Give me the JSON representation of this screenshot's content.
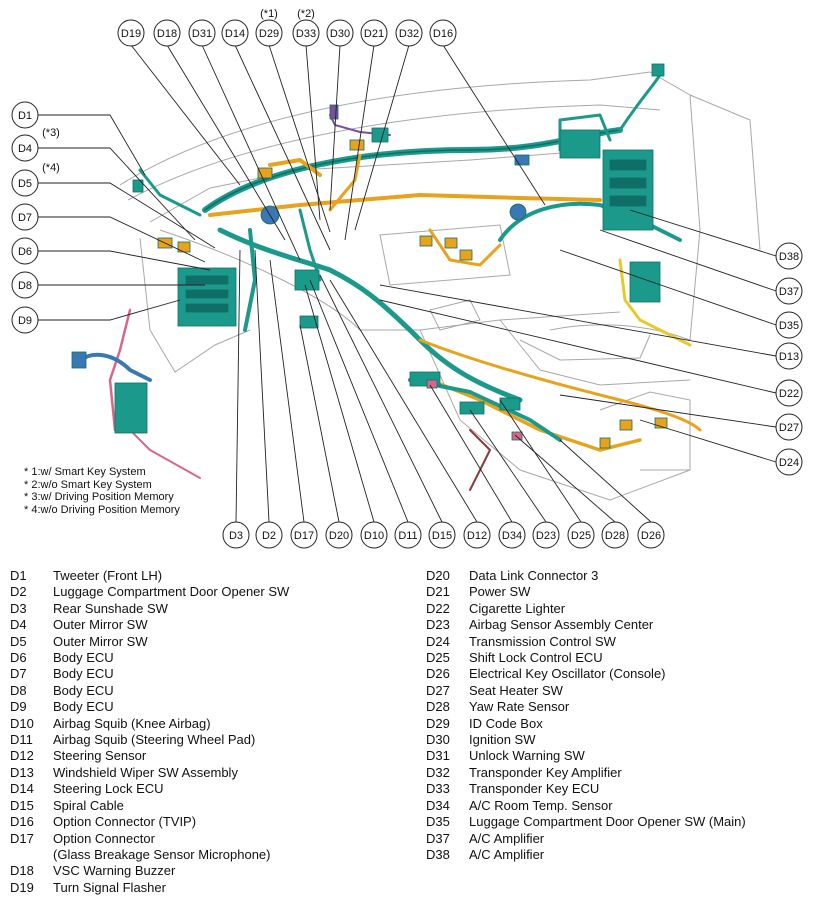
{
  "connectors_top": [
    {
      "code": "D19",
      "note": ""
    },
    {
      "code": "D18",
      "note": ""
    },
    {
      "code": "D31",
      "note": ""
    },
    {
      "code": "D14",
      "note": ""
    },
    {
      "code": "D29",
      "note": "(*1)"
    },
    {
      "code": "D33",
      "note": "(*2)"
    },
    {
      "code": "D30",
      "note": ""
    },
    {
      "code": "D21",
      "note": ""
    },
    {
      "code": "D32",
      "note": ""
    },
    {
      "code": "D16",
      "note": ""
    }
  ],
  "connectors_left": [
    {
      "code": "D1",
      "note": ""
    },
    {
      "code": "D4",
      "note": "(*3)"
    },
    {
      "code": "D5",
      "note": "(*4)"
    },
    {
      "code": "D7",
      "note": ""
    },
    {
      "code": "D6",
      "note": ""
    },
    {
      "code": "D8",
      "note": ""
    },
    {
      "code": "D9",
      "note": ""
    }
  ],
  "connectors_right": [
    "D38",
    "D37",
    "D35",
    "D13",
    "D22",
    "D27",
    "D24"
  ],
  "connectors_bottom": [
    "D3",
    "D2",
    "D17",
    "D20",
    "D10",
    "D11",
    "D15",
    "D12",
    "D34",
    "D23",
    "D25",
    "D28",
    "D26"
  ],
  "notes": [
    "* 1:w/ Smart Key System",
    "* 2:w/o Smart Key System",
    "* 3:w/ Driving Position Memory",
    "* 4:w/o Driving Position Memory"
  ],
  "legend_left": [
    {
      "code": "D1",
      "name": "Tweeter (Front LH)",
      "sub": ""
    },
    {
      "code": "D2",
      "name": "Luggage Compartment Door Opener SW",
      "sub": ""
    },
    {
      "code": "D3",
      "name": "Rear Sunshade SW",
      "sub": ""
    },
    {
      "code": "D4",
      "name": "Outer Mirror SW",
      "sub": ""
    },
    {
      "code": "D5",
      "name": "Outer Mirror SW",
      "sub": ""
    },
    {
      "code": "D6",
      "name": "Body ECU",
      "sub": ""
    },
    {
      "code": "D7",
      "name": "Body ECU",
      "sub": ""
    },
    {
      "code": "D8",
      "name": "Body ECU",
      "sub": ""
    },
    {
      "code": "D9",
      "name": "Body ECU",
      "sub": ""
    },
    {
      "code": "D10",
      "name": "Airbag Squib (Knee Airbag)",
      "sub": ""
    },
    {
      "code": "D11",
      "name": "Airbag Squib (Steering Wheel Pad)",
      "sub": ""
    },
    {
      "code": "D12",
      "name": "Steering Sensor",
      "sub": ""
    },
    {
      "code": "D13",
      "name": "Windshield Wiper SW Assembly",
      "sub": ""
    },
    {
      "code": "D14",
      "name": "Steering Lock ECU",
      "sub": ""
    },
    {
      "code": "D15",
      "name": "Spiral Cable",
      "sub": ""
    },
    {
      "code": "D16",
      "name": "Option Connector (TVIP)",
      "sub": ""
    },
    {
      "code": "D17",
      "name": "Option Connector",
      "sub": "(Glass Breakage Sensor Microphone)"
    },
    {
      "code": "D18",
      "name": "VSC Warning Buzzer",
      "sub": ""
    },
    {
      "code": "D19",
      "name": "Turn Signal Flasher",
      "sub": ""
    }
  ],
  "legend_right": [
    {
      "code": "D20",
      "name": "Data Link Connector 3"
    },
    {
      "code": "D21",
      "name": "Power SW"
    },
    {
      "code": "D22",
      "name": "Cigarette Lighter"
    },
    {
      "code": "D23",
      "name": "Airbag Sensor Assembly Center"
    },
    {
      "code": "D24",
      "name": "Transmission Control SW"
    },
    {
      "code": "D25",
      "name": "Shift Lock Control ECU"
    },
    {
      "code": "D26",
      "name": "Electrical Key Oscillator (Console)"
    },
    {
      "code": "D27",
      "name": "Seat Heater SW"
    },
    {
      "code": "D28",
      "name": "Yaw Rate Sensor"
    },
    {
      "code": "D29",
      "name": "ID Code Box"
    },
    {
      "code": "D30",
      "name": "Ignition SW"
    },
    {
      "code": "D31",
      "name": "Unlock Warning SW"
    },
    {
      "code": "D32",
      "name": "Transponder Key Amplifier"
    },
    {
      "code": "D33",
      "name": "Transponder Key ECU"
    },
    {
      "code": "D34",
      "name": "A/C Room Temp. Sensor"
    },
    {
      "code": "D35",
      "name": "Luggage Compartment Door Opener SW (Main)"
    },
    {
      "code": "D37",
      "name": "A/C Amplifier"
    },
    {
      "code": "D38",
      "name": "A/C Amplifier"
    }
  ],
  "colors": {
    "harness_teal": "#1b9a8c",
    "harness_dark": "#0f6f66",
    "harness_orange": "#e8a21c",
    "harness_pink": "#d9668a",
    "harness_blue": "#3a78b5",
    "harness_purple": "#7b4fa0",
    "outline": "#9a9a9a"
  }
}
